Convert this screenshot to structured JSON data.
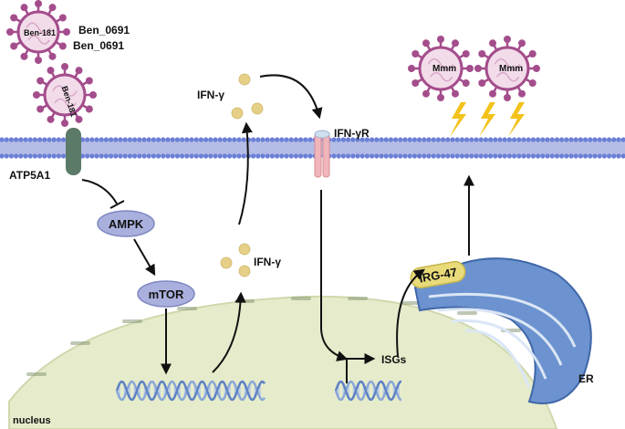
{
  "labels": {
    "ben181_top": "Ben-181",
    "ben0691_a": "Ben_0691",
    "ben0691_b": "Ben_0691",
    "ben181_receptor": "Ben-181",
    "atp5a1": "ATP5A1",
    "ampk": "AMPK",
    "mtor": "mTOR",
    "ifng_top": "IFN-γ",
    "ifng_mid": "IFN-γ",
    "ifngr": "IFN-γR",
    "isgs": "ISGs",
    "irg47": "IRG-47",
    "er": "ER",
    "nucleus": "nucleus",
    "mmm_1": "Mmm",
    "mmm_2": "Mmm"
  },
  "colors": {
    "virus": "#a44d8c",
    "virus_fill": "#f3dcea",
    "membrane_head": "#6b7fd6",
    "membrane_tail": "#b4bde6",
    "receptor": "#5b7a68",
    "node_fill": "#aab0dd",
    "node_stroke": "#7f87c2",
    "ifng_particle": "#e6cf86",
    "ifngr": "#f0b6bb",
    "nucleus_fill": "#e6eccb",
    "nucleus_stroke": "#cfd8ac",
    "dna": "#8aa7d8",
    "er_fill": "#6c93cf",
    "irg47_fill": "#eadb7a",
    "lightning": "#f3c21b"
  },
  "icons": [
    "virus-icon",
    "lightning-icon",
    "dna-icon",
    "er-icon",
    "receptor-icon"
  ]
}
